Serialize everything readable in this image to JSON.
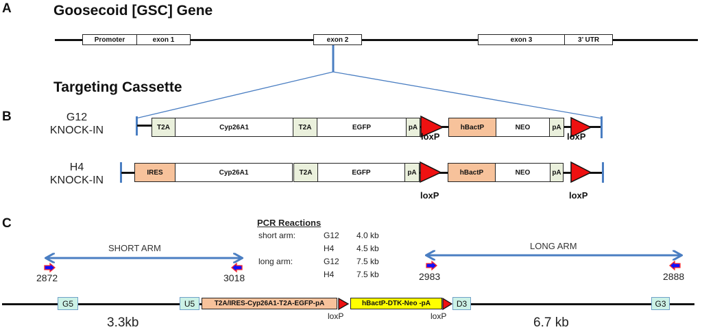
{
  "panels": {
    "a": {
      "letter": "A",
      "title": "Goosecoid [GSC] Gene"
    },
    "b": {
      "letter": "B",
      "title": "Targeting Cassette"
    },
    "c": {
      "letter": "C"
    }
  },
  "gene": {
    "segments": [
      "Promoter",
      "exon 1",
      "exon 2",
      "exon 3",
      "3’ UTR"
    ]
  },
  "constructs": [
    {
      "name": "G12",
      "type": "KNOCK-IN",
      "elements": [
        "T2A",
        "Cyp26A1",
        "T2A",
        "EGFP",
        "pA",
        "hBactP",
        "NEO",
        "pA"
      ],
      "loxp": [
        "loxP",
        "loxP"
      ]
    },
    {
      "name": "H4",
      "type": "KNOCK-IN",
      "elements": [
        "IRES",
        "Cyp26A1",
        "T2A",
        "EGFP",
        "pA",
        "hBactP",
        "NEO",
        "pA"
      ],
      "loxp": [
        "loxP",
        "loxP"
      ]
    }
  ],
  "pcr": {
    "title": "PCR Reactions",
    "rows": [
      {
        "arm": "short arm:",
        "clone": "G12",
        "size": "4.0 kb"
      },
      {
        "arm": "",
        "clone": "H4",
        "size": "4.5 kb"
      },
      {
        "arm": "long arm:",
        "clone": "G12",
        "size": "7.5 kb"
      },
      {
        "arm": "",
        "clone": "H4",
        "size": "7.5 kb"
      }
    ]
  },
  "arms": {
    "short": {
      "label": "SHORT ARM",
      "primer_fwd": "2872",
      "primer_rev": "3018"
    },
    "long": {
      "label": "LONG ARM",
      "primer_fwd": "2983",
      "primer_rev": "2888"
    }
  },
  "locus": {
    "probes": [
      "G5",
      "U5",
      "D3",
      "G3"
    ],
    "insert1": "T2A/IRES-Cyp26A1-T2A-EGFP-pA",
    "insert2": "hBactP-DTK-Neo -pA",
    "loxp": [
      "loxP",
      "loxP"
    ],
    "short_size": "3.3kb",
    "long_size": "6.7 kb"
  },
  "colors": {
    "connector_blue": "#4a7ec2",
    "loxp_red": "#ee1111",
    "salmon": "#f7c29b",
    "pale_green": "#eaf0dc",
    "yellow": "#ffff00",
    "mint": "#ccf2e6",
    "primer_blue": "#1010ff",
    "primer_outline": "#ff2a2a"
  }
}
